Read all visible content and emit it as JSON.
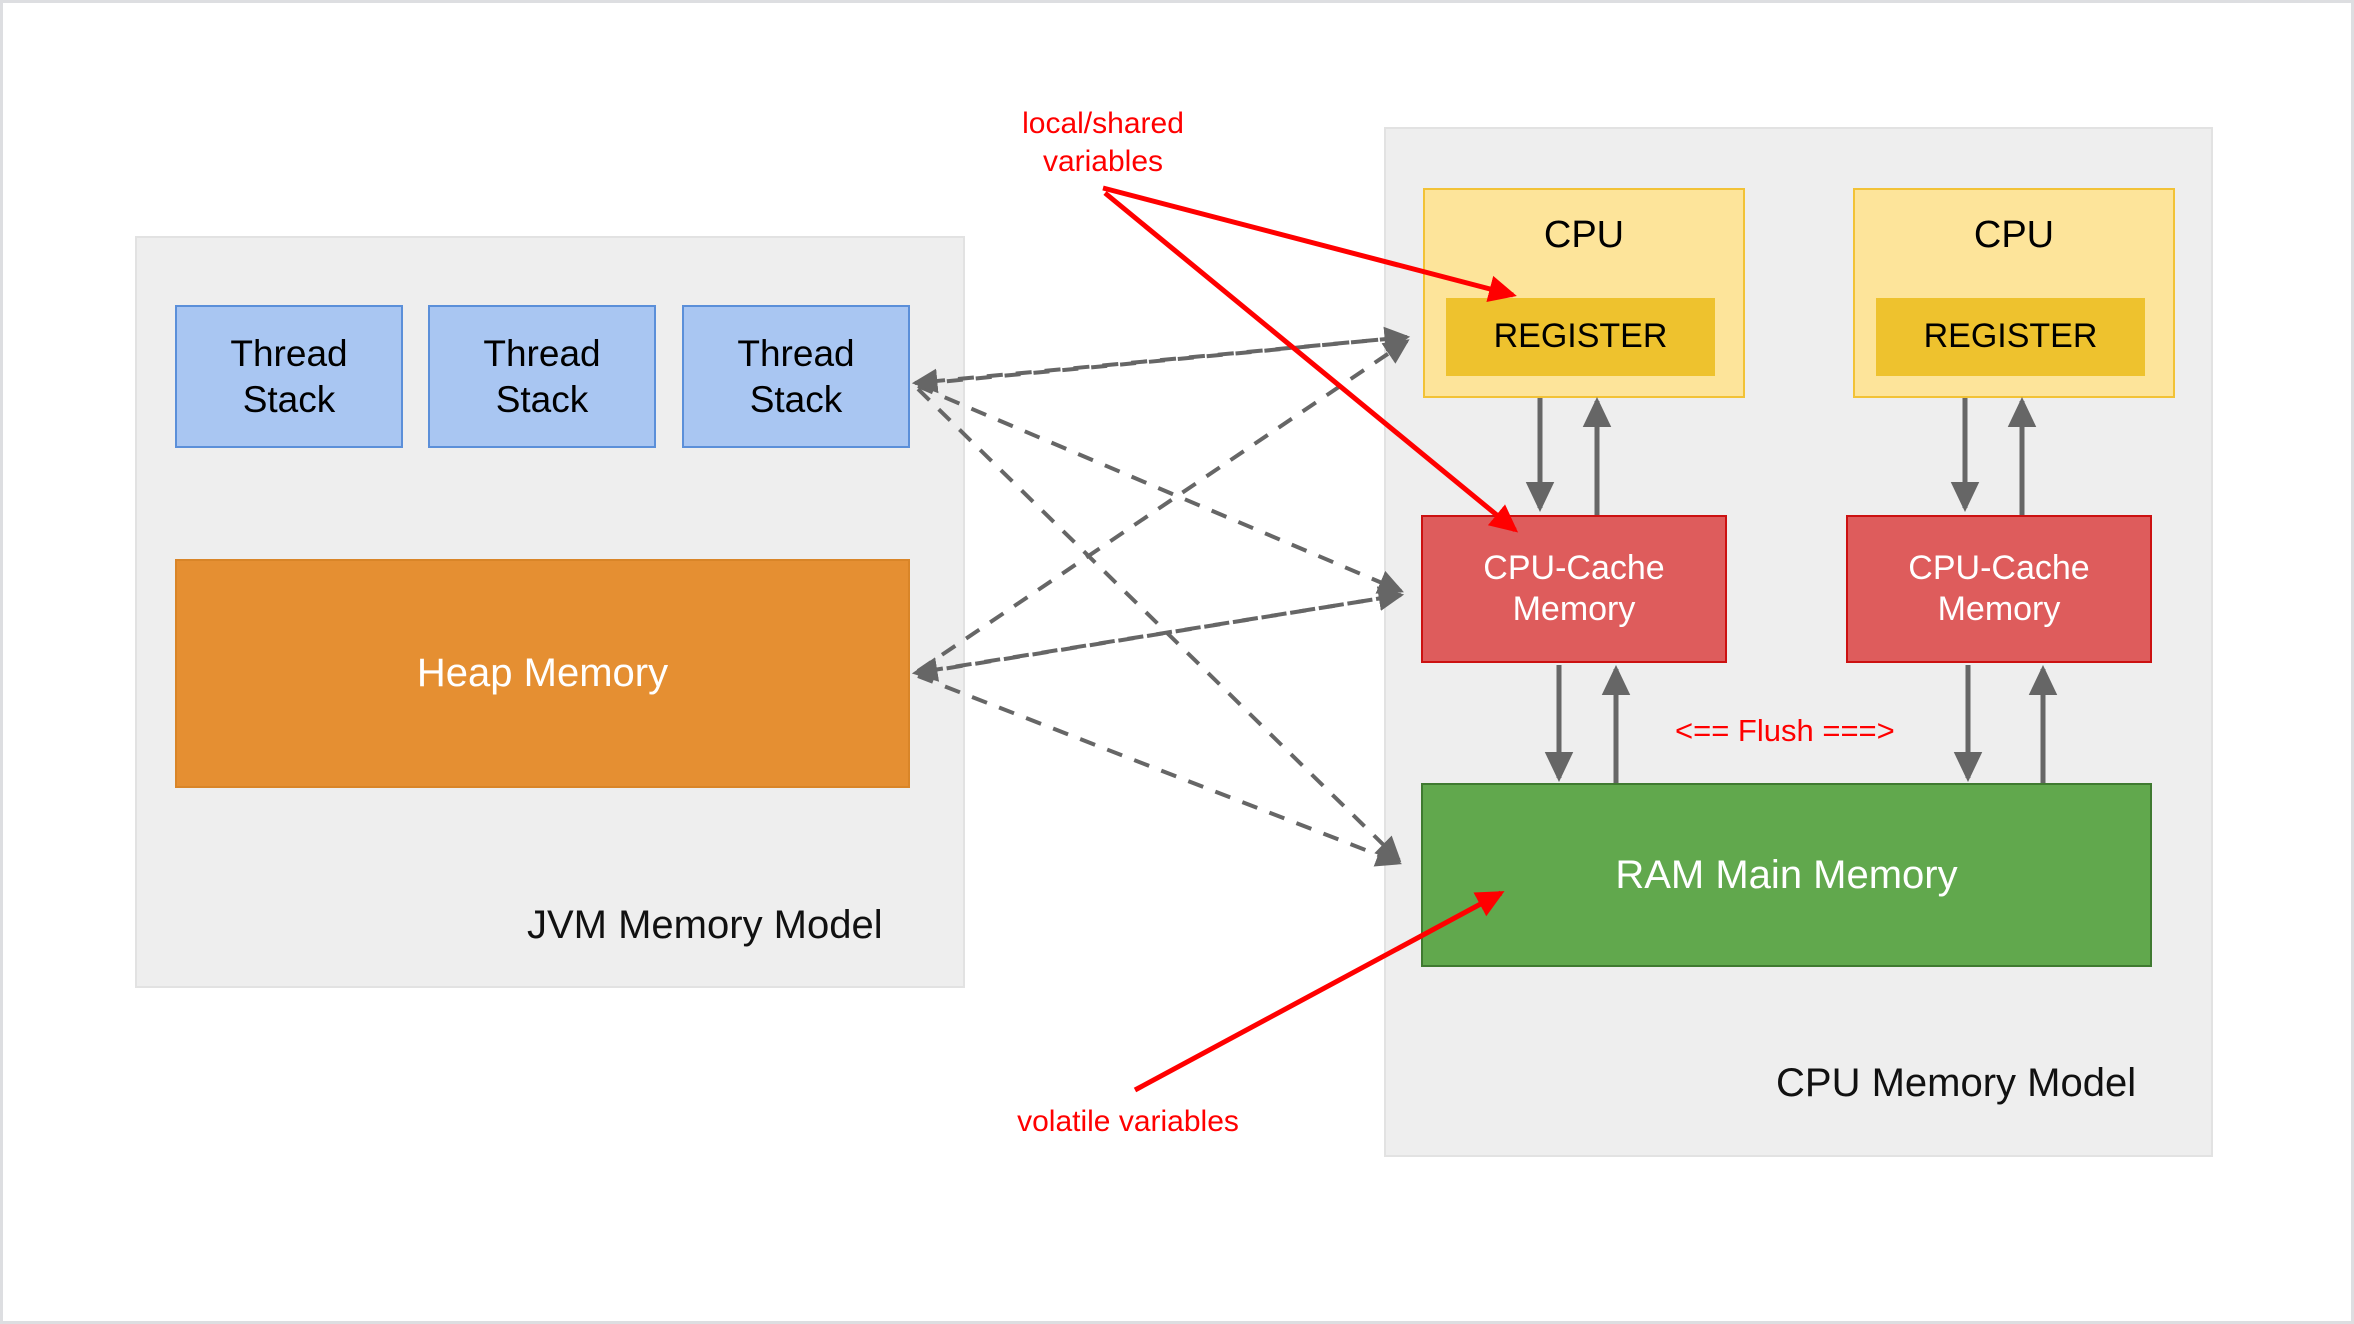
{
  "diagram": {
    "title": "JVM Memory Model and CPU Memory Model",
    "colors": {
      "panel_bg": "#eeeeee",
      "thread_stack": "#a9c6f2",
      "thread_stack_border": "#5b8fd9",
      "heap": "#e58f32",
      "cpu": "#fde49a",
      "cpu_border": "#f2c236",
      "register": "#eec22e",
      "cache": "#de5c5c",
      "cache_border": "#cc1111",
      "ram": "#61a84d",
      "ram_border": "#3f7a30",
      "annotation_red": "#ff0000",
      "arrow_gray": "#666666"
    }
  },
  "jvm_panel": {
    "title": "JVM Memory Model",
    "thread_stacks": [
      {
        "label": "Thread\nStack"
      },
      {
        "label": "Thread\nStack"
      },
      {
        "label": "Thread\nStack"
      }
    ],
    "heap": {
      "label": "Heap Memory"
    }
  },
  "cpu_panel": {
    "title": "CPU Memory Model",
    "cpus": [
      {
        "label": "CPU",
        "register": {
          "label": "REGISTER"
        },
        "cache": {
          "label": "CPU-Cache\nMemory"
        }
      },
      {
        "label": "CPU",
        "register": {
          "label": "REGISTER"
        },
        "cache": {
          "label": "CPU-Cache\nMemory"
        }
      }
    ],
    "ram": {
      "label": "RAM Main Memory"
    },
    "flush_label": "<== Flush ===>"
  },
  "annotations": {
    "local_shared": "local/shared\nvariables",
    "volatile": "volatile variables"
  }
}
